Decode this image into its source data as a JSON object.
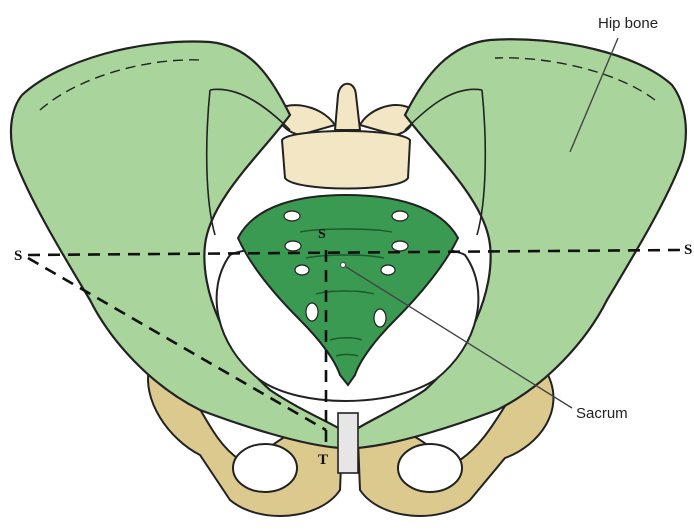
{
  "labels": {
    "hip_bone": "Hip bone",
    "sacrum": "Sacrum"
  },
  "points": {
    "s_left": "S",
    "s_center": "S",
    "s_right": "S",
    "t_bottom": "T"
  },
  "colors": {
    "bone_green": "#a9d59c",
    "sacrum_green": "#3a9a52",
    "vertebra": "#f2e6c4",
    "femur": "#dcc98e",
    "outline": "#222222"
  }
}
